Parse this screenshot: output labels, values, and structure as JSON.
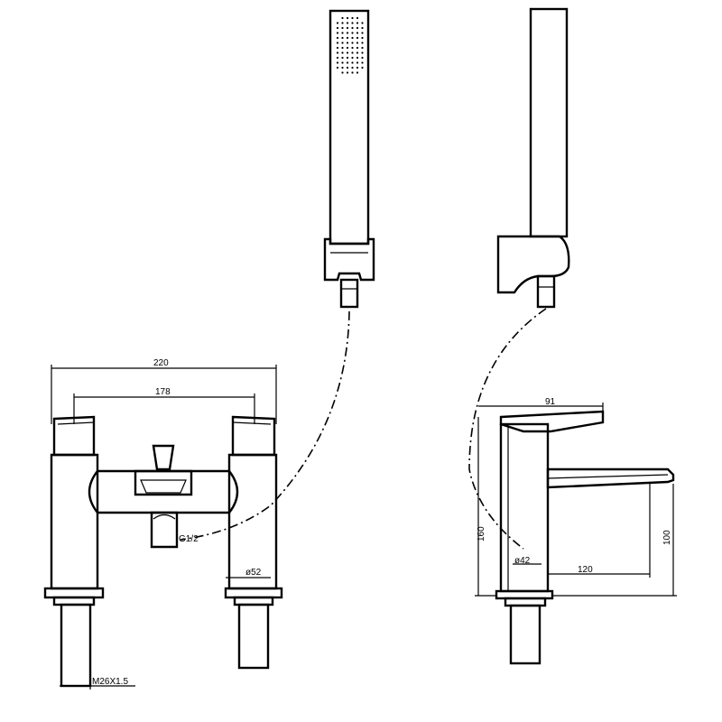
{
  "dimensions": {
    "width_total": "220",
    "centers": "178",
    "inlet": "G1/2",
    "base_dia_front": "ø52",
    "thread": "M26X1.5",
    "spout_top": "91",
    "height": "160",
    "spout_height": "100",
    "base_dia_side": "ø42",
    "spout_reach": "120"
  }
}
